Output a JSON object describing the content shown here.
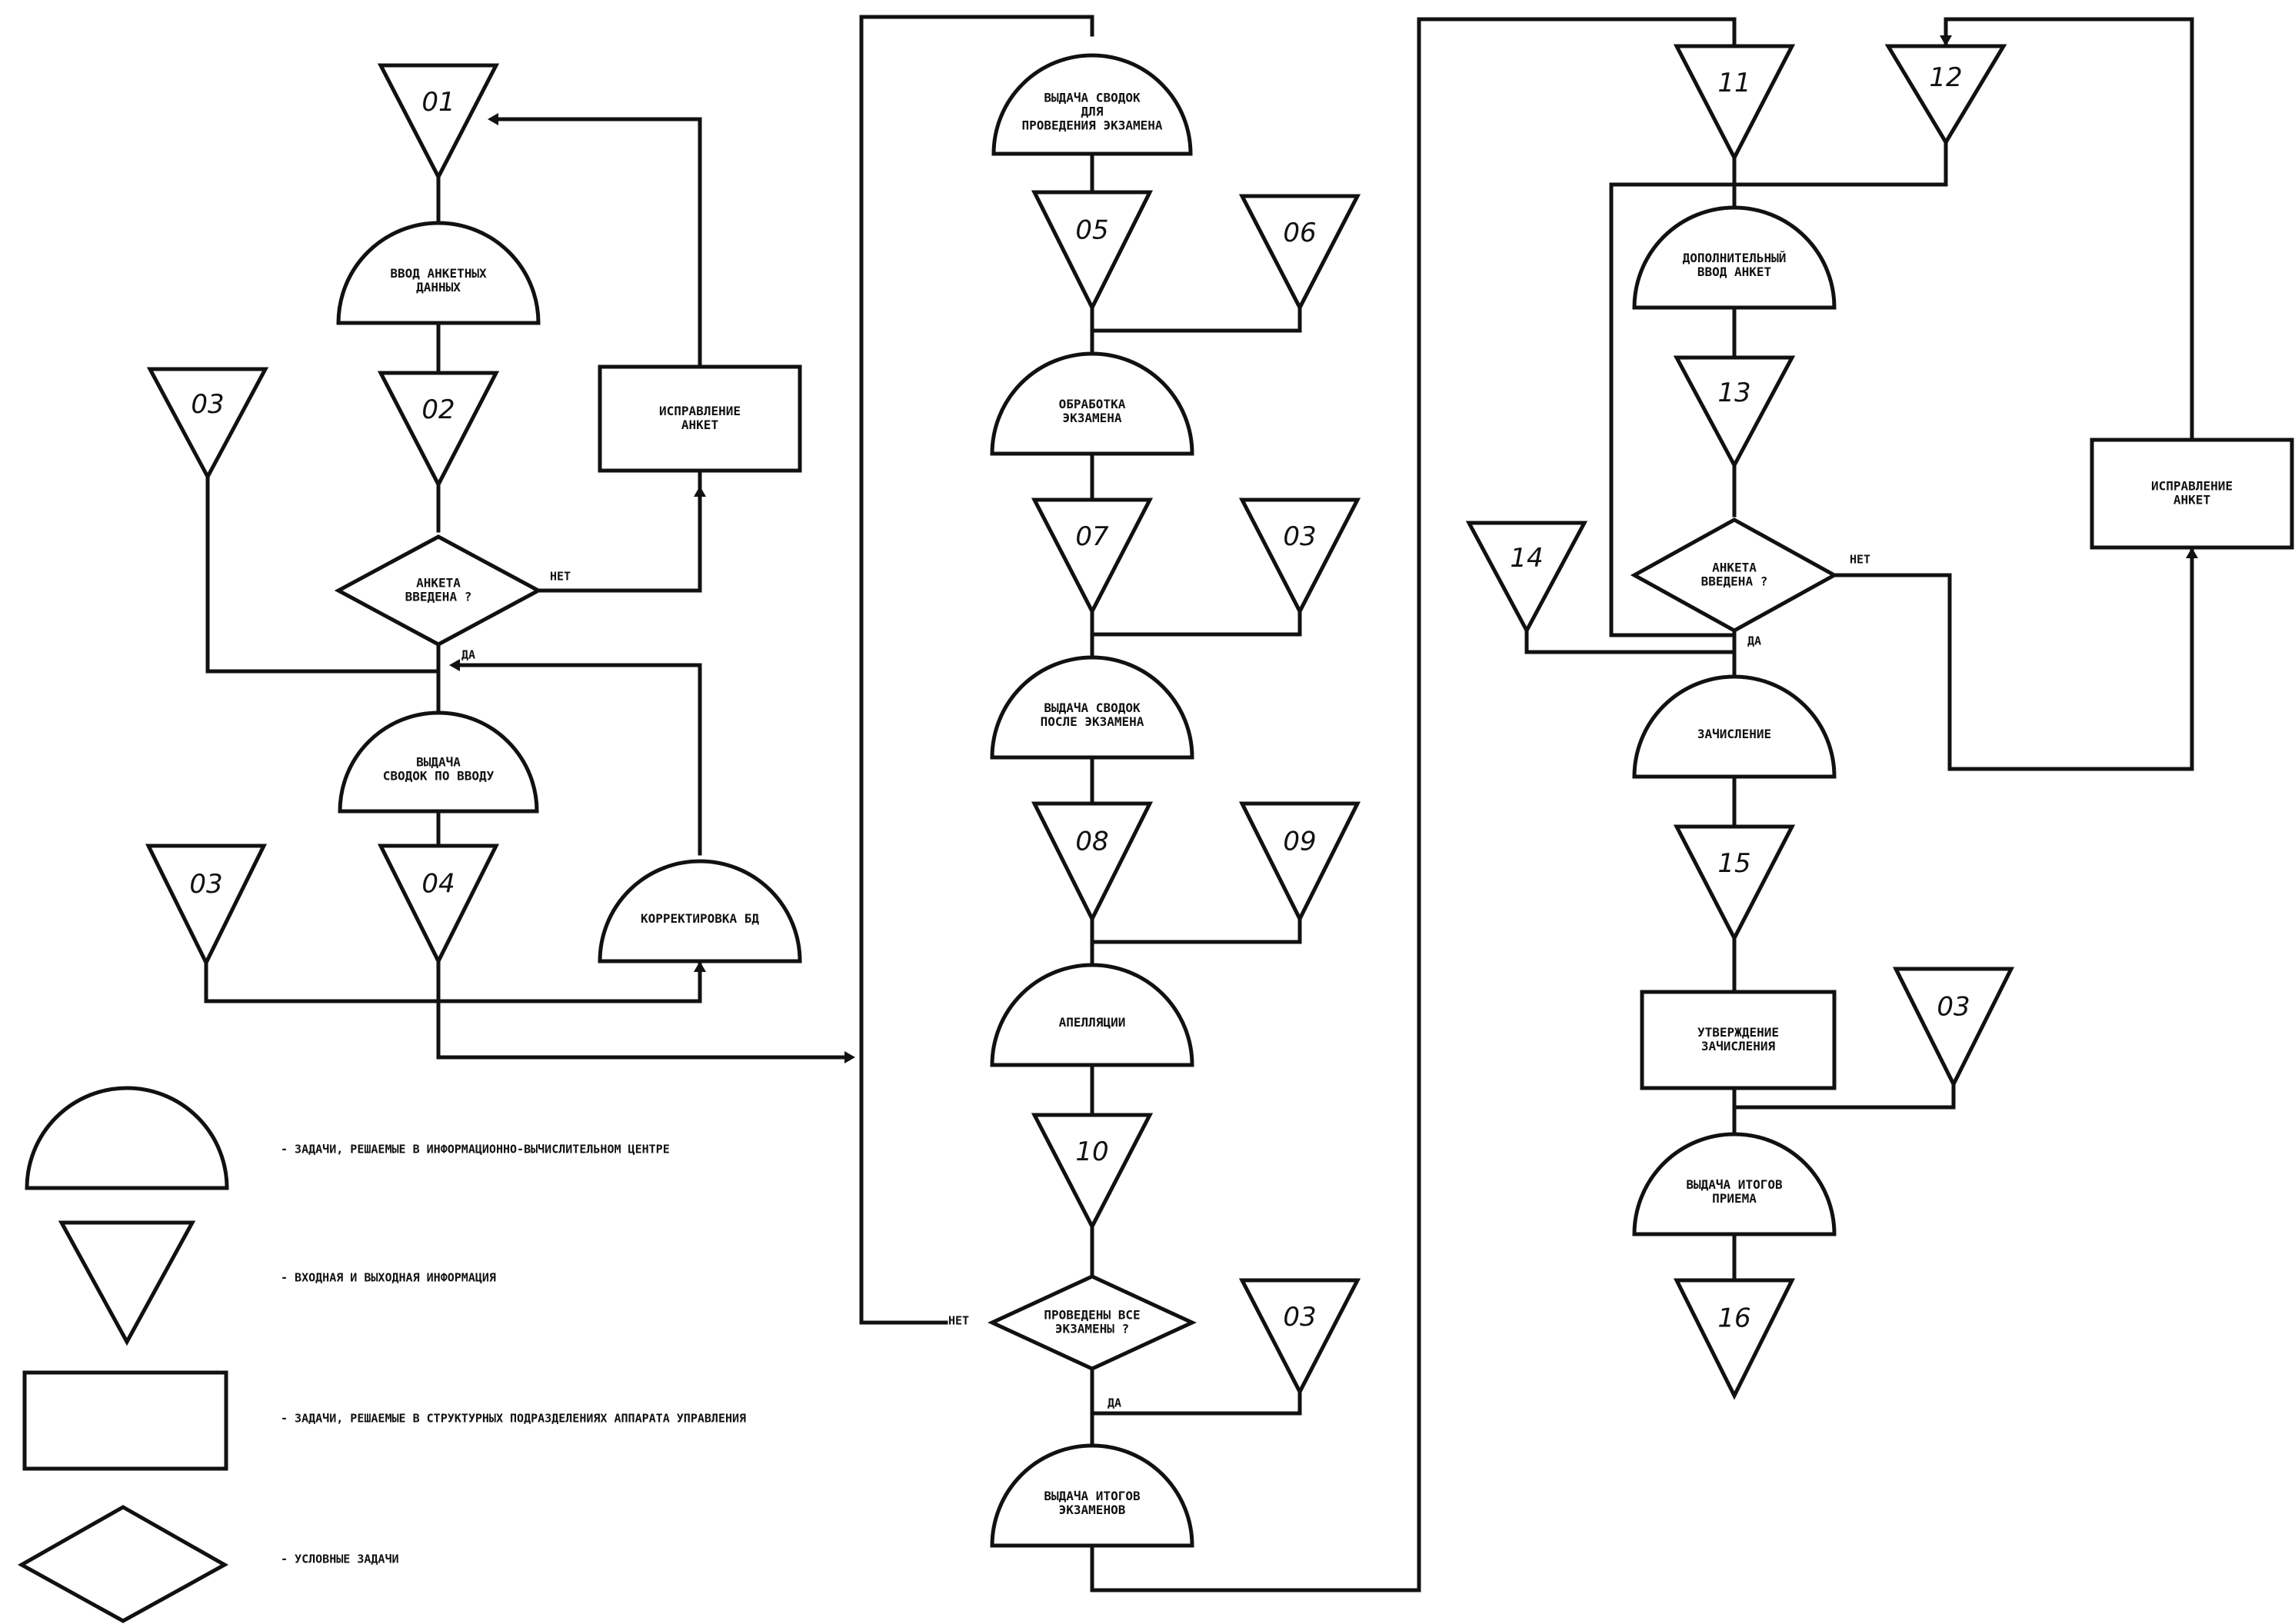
{
  "nodes": {
    "t01": "01",
    "t02": "02",
    "t03a": "03",
    "t03b": "03",
    "t04": "04",
    "t05": "05",
    "t06": "06",
    "t07": "07",
    "t03c": "03",
    "t08": "08",
    "t09": "09",
    "t10": "10",
    "t03d": "03",
    "t11": "11",
    "t12": "12",
    "t13": "13",
    "t14": "14",
    "t15": "15",
    "t03e": "03",
    "t16": "16",
    "vvod": [
      "ВВОД АНКЕТНЫХ",
      "ДАННЫХ"
    ],
    "ispr1": [
      "ИСПРАВЛЕНИЕ",
      "АНКЕТ"
    ],
    "anketa1": [
      "АНКЕТА",
      "ВВЕДЕНА ?"
    ],
    "svodki_vvod": [
      "ВЫДАЧА",
      "СВОДОК ПО ВВОДУ"
    ],
    "korr": [
      "КОРРЕКТИРОВКА БД"
    ],
    "svodki_exam": [
      "ВЫДАЧА СВОДОК",
      "ДЛЯ",
      "ПРОВЕДЕНИЯ ЭКЗАМЕНА"
    ],
    "obrab": [
      "ОБРАБОТКА",
      "ЭКЗАМЕНА"
    ],
    "svodki_after": [
      "ВЫДАЧА СВОДОК",
      "ПОСЛЕ ЭКЗАМЕНА"
    ],
    "appel": [
      "АПЕЛЛЯЦИИ"
    ],
    "provedeny": [
      "ПРОВЕДЕНЫ ВСЕ",
      "ЭКЗАМЕНЫ ?"
    ],
    "itogi_exam": [
      "ВЫДАЧА ИТОГОВ",
      "ЭКЗАМЕНОВ"
    ],
    "dop_vvod": [
      "ДОПОЛНИТЕЛЬНЫЙ",
      "ВВОД АНКЕТ"
    ],
    "anketa2": [
      "АНКЕТА",
      "ВВЕДЕНА ?"
    ],
    "ispr2": [
      "ИСПРАВЛЕНИЕ",
      "АНКЕТ"
    ],
    "zachisl": [
      "ЗАЧИСЛЕНИЕ"
    ],
    "utv": [
      "УТВЕРЖДЕНИЕ",
      "ЗАЧИСЛЕНИЯ"
    ],
    "itogi_priema": [
      "ВЫДАЧА ИТОГОВ",
      "ПРИЕМА"
    ]
  },
  "edges": {
    "net1": "НЕТ",
    "da1": "ДА",
    "net2": "НЕТ",
    "da2": "ДА",
    "net3": "НЕТ",
    "da3": "ДА"
  },
  "legend": {
    "half_circle": "- ЗАДАЧИ, РЕШАЕМЫЕ В ИНФОРМАЦИОННО-ВЫЧИСЛИТЕЛЬНОМ ЦЕНТРЕ",
    "triangle": "- ВХОДНАЯ И ВЫХОДНАЯ ИНФОРМАЦИЯ",
    "rectangle": "- ЗАДАЧИ, РЕШАЕМЫЕ В СТРУКТУРНЫХ ПОДРАЗДЕЛЕНИЯХ АППАРАТА УПРАВЛЕНИЯ",
    "diamond": "- УСЛОВНЫЕ ЗАДАЧИ"
  }
}
